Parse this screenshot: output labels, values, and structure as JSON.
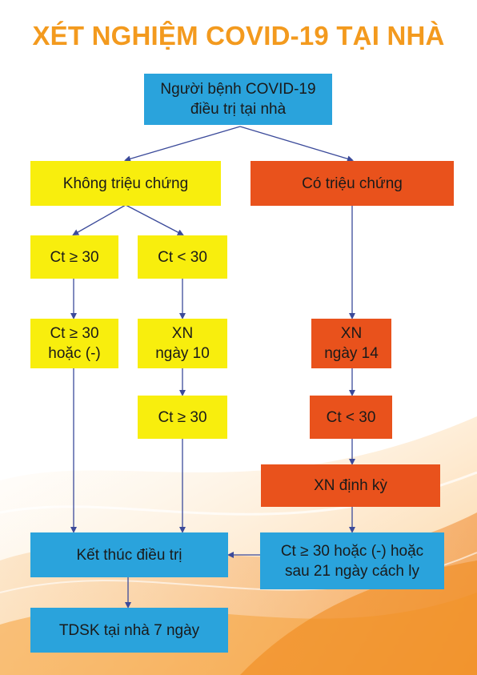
{
  "title": "XÉT NGHIỆM COVID-19 TẠI NHÀ",
  "colors": {
    "title": "#f39a1e",
    "blue": "#2aa3dc",
    "yellow": "#f8ee0d",
    "orange": "#e9521c",
    "line": "#3b4a9a"
  },
  "nodes": {
    "start": [
      "Người bệnh COVID-19",
      "điều trị tại nhà"
    ],
    "asymptomatic": [
      "Không triệu chứng"
    ],
    "symptomatic": [
      "Có triệu chứng"
    ],
    "ct_ge_30_a": [
      "Ct ≥ 30"
    ],
    "ct_lt_30_a": [
      "Ct < 30"
    ],
    "ct_ge_30_or_neg": [
      "Ct ≥ 30",
      "hoặc (-)"
    ],
    "test_day_10": [
      "XN",
      "ngày 10"
    ],
    "test_day_14": [
      "XN",
      "ngày 14"
    ],
    "ct_ge_30_b": [
      "Ct ≥ 30"
    ],
    "ct_lt_30_b": [
      "Ct < 30"
    ],
    "periodic_test": [
      "XN định kỳ"
    ],
    "ct_or_21_days": [
      "Ct ≥ 30 hoặc (-) hoặc",
      "sau 21 ngày cách ly"
    ],
    "end_treatment": [
      "Kết thúc điều trị"
    ],
    "home_monitoring": [
      "TDSK tại nhà 7 ngày"
    ]
  }
}
